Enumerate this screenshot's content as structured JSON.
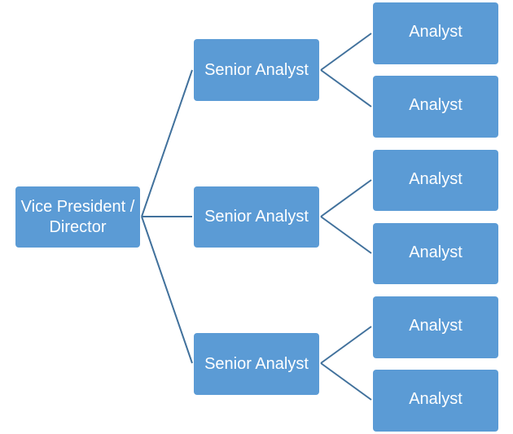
{
  "diagram": {
    "type": "org-chart",
    "colors": {
      "node_fill": "#5b9bd5",
      "node_text": "#ffffff",
      "connector": "#41719c"
    },
    "root": {
      "label": "Vice President / Director"
    },
    "senior_analysts": [
      {
        "label": "Senior Analyst"
      },
      {
        "label": "Senior Analyst"
      },
      {
        "label": "Senior Analyst"
      }
    ],
    "analysts": [
      {
        "label": "Analyst",
        "reports_to": 0
      },
      {
        "label": "Analyst",
        "reports_to": 0
      },
      {
        "label": "Analyst",
        "reports_to": 1
      },
      {
        "label": "Analyst",
        "reports_to": 1
      },
      {
        "label": "Analyst",
        "reports_to": 2
      },
      {
        "label": "Analyst",
        "reports_to": 2
      }
    ]
  }
}
